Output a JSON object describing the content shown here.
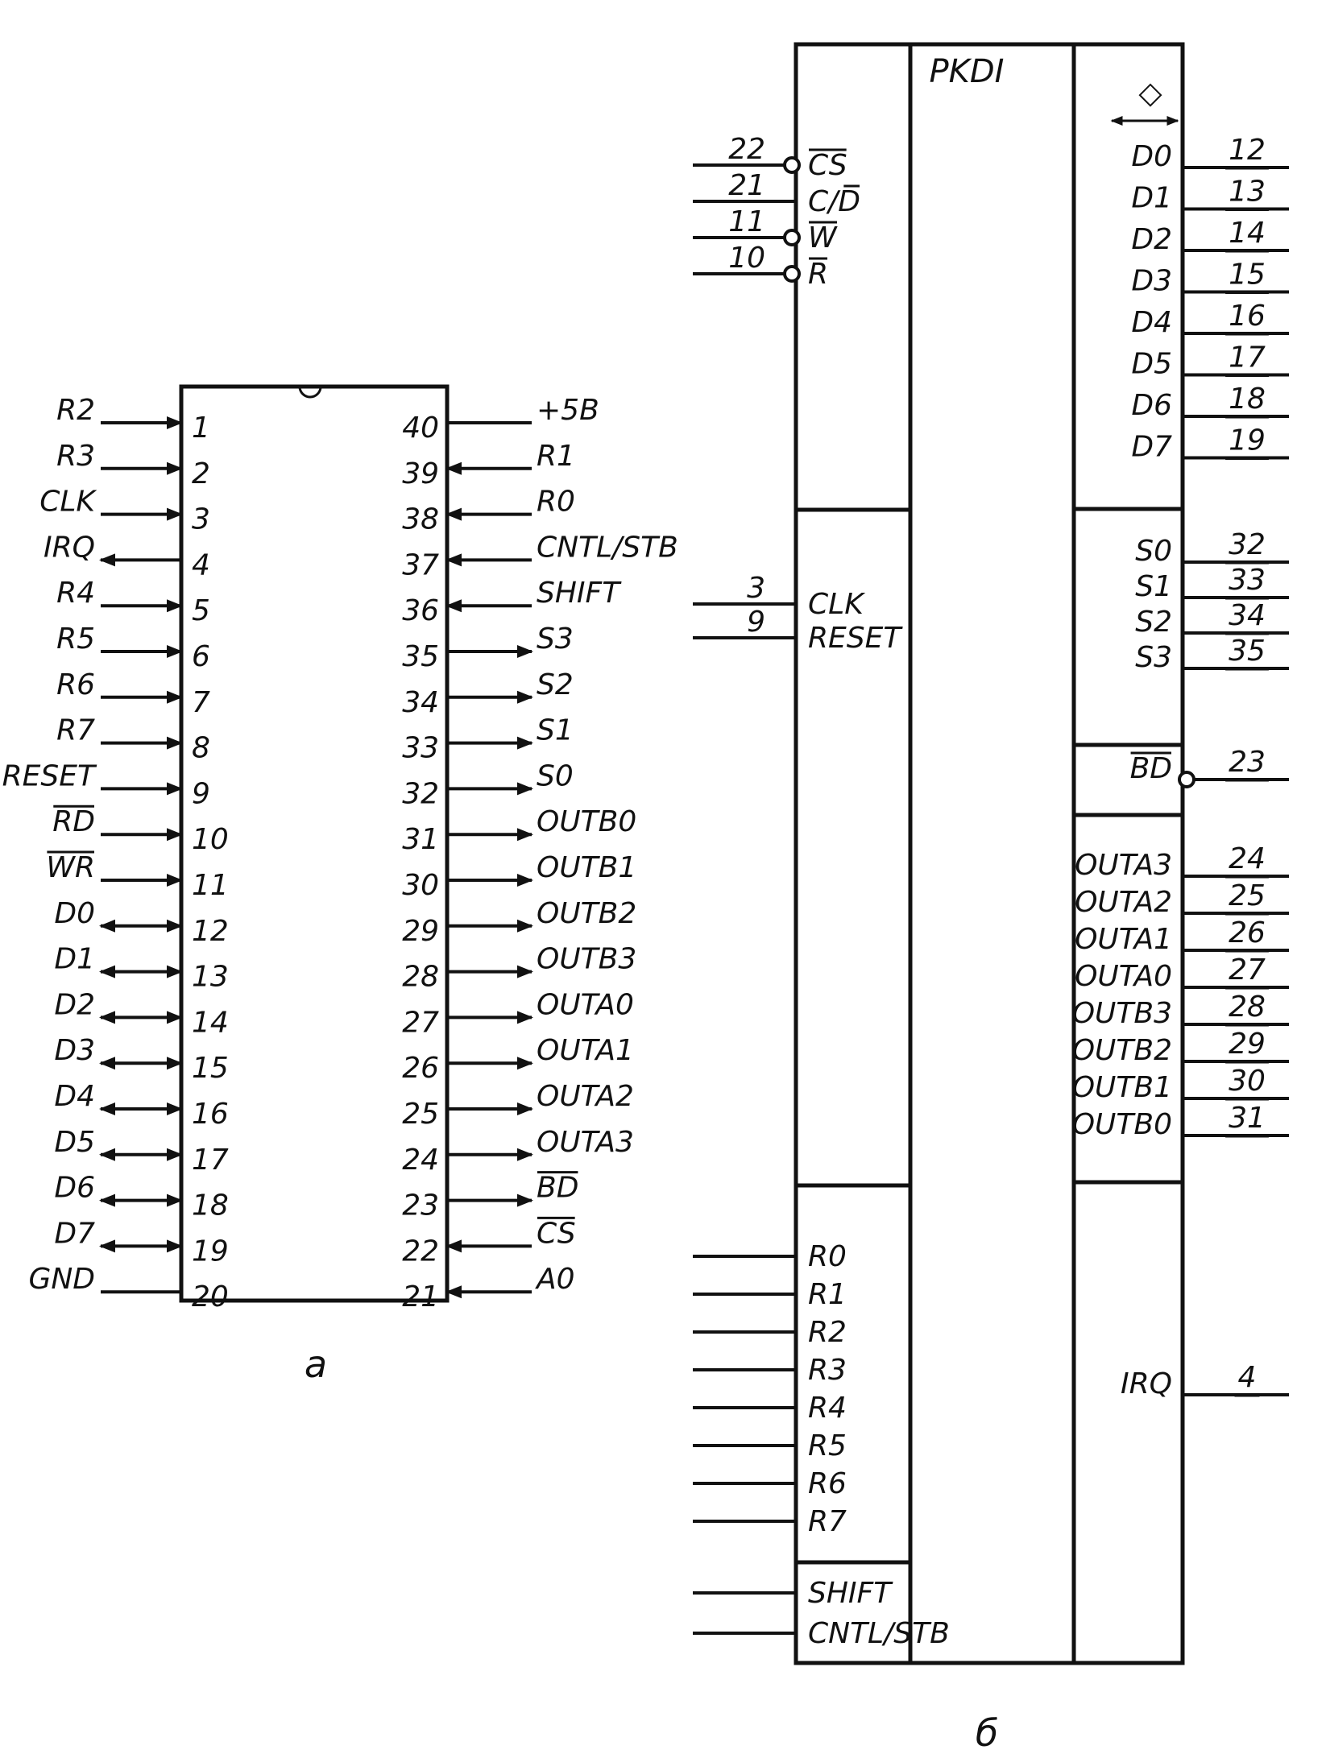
{
  "figure_a": {
    "caption": "a",
    "left_pins": [
      {
        "num": "1",
        "name": "R2",
        "dir": "in"
      },
      {
        "num": "2",
        "name": "R3",
        "dir": "in"
      },
      {
        "num": "3",
        "name": "CLK",
        "dir": "in"
      },
      {
        "num": "4",
        "name": "IRQ",
        "dir": "out"
      },
      {
        "num": "5",
        "name": "R4",
        "dir": "in"
      },
      {
        "num": "6",
        "name": "R5",
        "dir": "in"
      },
      {
        "num": "7",
        "name": "R6",
        "dir": "in"
      },
      {
        "num": "8",
        "name": "R7",
        "dir": "in"
      },
      {
        "num": "9",
        "name": "RESET",
        "dir": "in"
      },
      {
        "num": "10",
        "name": "RD",
        "dir": "in",
        "overbar": true
      },
      {
        "num": "11",
        "name": "WR",
        "dir": "in",
        "overbar": true
      },
      {
        "num": "12",
        "name": "D0",
        "dir": "bidir"
      },
      {
        "num": "13",
        "name": "D1",
        "dir": "bidir"
      },
      {
        "num": "14",
        "name": "D2",
        "dir": "bidir"
      },
      {
        "num": "15",
        "name": "D3",
        "dir": "bidir"
      },
      {
        "num": "16",
        "name": "D4",
        "dir": "bidir"
      },
      {
        "num": "17",
        "name": "D5",
        "dir": "bidir"
      },
      {
        "num": "18",
        "name": "D6",
        "dir": "bidir"
      },
      {
        "num": "19",
        "name": "D7",
        "dir": "bidir"
      },
      {
        "num": "20",
        "name": "GND",
        "dir": "none"
      }
    ],
    "right_pins": [
      {
        "num": "40",
        "name": "+5B",
        "dir": "none"
      },
      {
        "num": "39",
        "name": "R1",
        "dir": "in"
      },
      {
        "num": "38",
        "name": "R0",
        "dir": "in"
      },
      {
        "num": "37",
        "name": "CNTL/STB",
        "dir": "in"
      },
      {
        "num": "36",
        "name": "SHIFT",
        "dir": "in"
      },
      {
        "num": "35",
        "name": "S3",
        "dir": "out"
      },
      {
        "num": "34",
        "name": "S2",
        "dir": "out"
      },
      {
        "num": "33",
        "name": "S1",
        "dir": "out"
      },
      {
        "num": "32",
        "name": "S0",
        "dir": "out"
      },
      {
        "num": "31",
        "name": "OUTB0",
        "dir": "out"
      },
      {
        "num": "30",
        "name": "OUTB1",
        "dir": "out"
      },
      {
        "num": "29",
        "name": "OUTB2",
        "dir": "out"
      },
      {
        "num": "28",
        "name": "OUTB3",
        "dir": "out"
      },
      {
        "num": "27",
        "name": "OUTA0",
        "dir": "out"
      },
      {
        "num": "26",
        "name": "OUTA1",
        "dir": "out"
      },
      {
        "num": "25",
        "name": "OUTA2",
        "dir": "out"
      },
      {
        "num": "24",
        "name": "OUTA3",
        "dir": "out"
      },
      {
        "num": "23",
        "name": "BD",
        "dir": "out",
        "overbar": true
      },
      {
        "num": "22",
        "name": "CS",
        "dir": "in",
        "overbar": true
      },
      {
        "num": "21",
        "name": "A0",
        "dir": "in"
      }
    ]
  },
  "figure_b": {
    "caption": "б",
    "title": "PKDI",
    "bus_symbol": "◇",
    "left_groups": [
      {
        "pins": [
          {
            "num": "22",
            "name": "CS",
            "inverted": true,
            "overbar": true
          },
          {
            "num": "21",
            "name": "C/D",
            "inverted": false,
            "overbar_part": "D"
          },
          {
            "num": "11",
            "name": "W",
            "inverted": true,
            "overbar": true
          },
          {
            "num": "10",
            "name": "R",
            "inverted": true,
            "overbar": true
          }
        ]
      },
      {
        "pins": [
          {
            "num": "3",
            "name": "CLK"
          },
          {
            "num": "9",
            "name": "RESET"
          }
        ]
      },
      {
        "pins": [
          {
            "num": "",
            "name": "R0"
          },
          {
            "num": "",
            "name": "R1"
          },
          {
            "num": "",
            "name": "R2"
          },
          {
            "num": "",
            "name": "R3"
          },
          {
            "num": "",
            "name": "R4"
          },
          {
            "num": "",
            "name": "R5"
          },
          {
            "num": "",
            "name": "R6"
          },
          {
            "num": "",
            "name": "R7"
          }
        ]
      },
      {
        "pins": [
          {
            "num": "",
            "name": "SHIFT"
          },
          {
            "num": "",
            "name": "CNTL/STB"
          }
        ]
      }
    ],
    "right_groups": [
      {
        "pins": [
          {
            "num": "12",
            "name": "D0"
          },
          {
            "num": "13",
            "name": "D1"
          },
          {
            "num": "14",
            "name": "D2"
          },
          {
            "num": "15",
            "name": "D3"
          },
          {
            "num": "16",
            "name": "D4"
          },
          {
            "num": "17",
            "name": "D5"
          },
          {
            "num": "18",
            "name": "D6"
          },
          {
            "num": "19",
            "name": "D7"
          }
        ]
      },
      {
        "pins": [
          {
            "num": "32",
            "name": "S0"
          },
          {
            "num": "33",
            "name": "S1"
          },
          {
            "num": "34",
            "name": "S2"
          },
          {
            "num": "35",
            "name": "S3"
          }
        ]
      },
      {
        "pins": [
          {
            "num": "23",
            "name": "BD",
            "inverted": true,
            "overbar": true
          }
        ]
      },
      {
        "pins": [
          {
            "num": "24",
            "name": "OUTA3"
          },
          {
            "num": "25",
            "name": "OUTA2"
          },
          {
            "num": "26",
            "name": "OUTA1"
          },
          {
            "num": "27",
            "name": "OUTA0"
          },
          {
            "num": "28",
            "name": "OUTB3"
          },
          {
            "num": "29",
            "name": "OUTB2"
          },
          {
            "num": "30",
            "name": "OUTB1"
          },
          {
            "num": "31",
            "name": "OUTB0"
          }
        ]
      },
      {
        "pins": [
          {
            "num": "4",
            "name": "IRQ"
          }
        ]
      }
    ]
  }
}
